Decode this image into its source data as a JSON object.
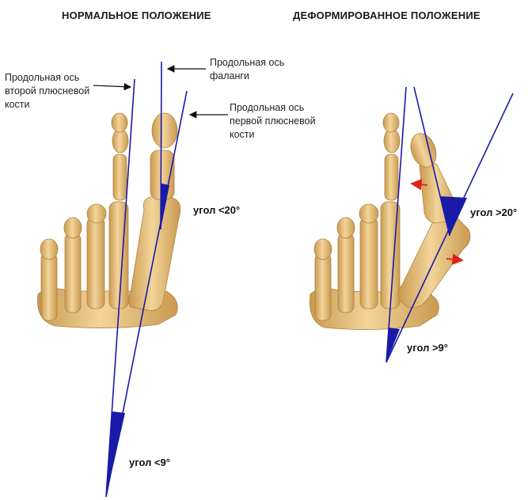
{
  "headings": {
    "normal": "НОРМАЛЬНОЕ ПОЛОЖЕНИЕ",
    "deformed": "ДЕФОРМИРОВАННОЕ ПОЛОЖЕНИЕ"
  },
  "labels": {
    "second_metatarsal_axis": [
      "Продольная ось",
      "второй плюсневой",
      "кости"
    ],
    "phalanx_axis": [
      "Продольная ось",
      "фаланги"
    ],
    "first_metatarsal_axis": [
      "Продольная ось",
      "первой плюсневой",
      "кости"
    ]
  },
  "angles": {
    "normal_hallux": "угол <20°",
    "normal_intermetatarsal": "угол <9°",
    "deformed_hallux": "угол >20°",
    "deformed_intermetatarsal": "угол >9°"
  },
  "colors": {
    "bone": "#e8c27e",
    "bone_dark": "#c99a4f",
    "axis": "#1a1aa8",
    "arrow": "#e0201a"
  }
}
